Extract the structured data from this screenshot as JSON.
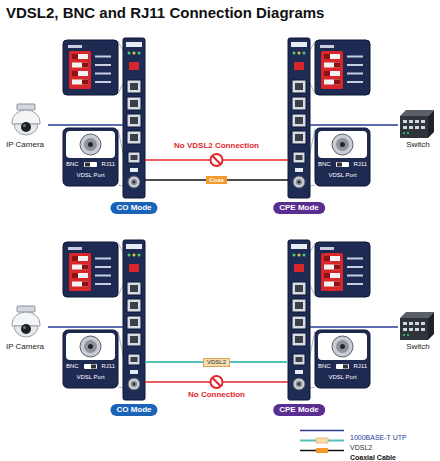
{
  "diagram": {
    "title": "VDSL2, BNC and RJ11 Connection Diagrams",
    "nodes": [
      {
        "text": [
          "IP Camera"
        ]
      },
      {
        "text": [
          "CO Mode"
        ]
      },
      {
        "text": [
          "CPE Mode"
        ]
      },
      {
        "text": [
          "Switch"
        ]
      },
      {
        "text": [
          "IP Camera"
        ]
      },
      {
        "text": [
          "CO Mode"
        ]
      },
      {
        "text": [
          "CPE Mode"
        ]
      },
      {
        "text": [
          "Switch"
        ]
      }
    ],
    "edges": [
      {
        "from": 0,
        "to": 1,
        "arrow": "none"
      },
      {
        "from": 1,
        "to": 2,
        "label": "No VDSL2 Connection",
        "arrow": "none"
      },
      {
        "from": 1,
        "to": 2,
        "label": "Coax",
        "arrow": "none"
      },
      {
        "from": 2,
        "to": 3,
        "arrow": "none"
      },
      {
        "from": 4,
        "to": 5,
        "arrow": "none"
      },
      {
        "from": 5,
        "to": 6,
        "label": "VDSL2",
        "arrow": "none"
      },
      {
        "from": 5,
        "to": 6,
        "label": "No Connection",
        "arrow": "none"
      },
      {
        "from": 6,
        "to": 7,
        "arrow": "none"
      }
    ],
    "labels": [
      "BNC",
      "RJ11",
      "VDSL Port",
      "BNC",
      "RJ11",
      "VDSL Port",
      "BNC",
      "RJ11",
      "VDSL Port",
      "BNC",
      "RJ11",
      "VDSL Port"
    ],
    "legend": [
      {
        "text": "1000BASE-T UTP"
      },
      {
        "text": "VDSL2"
      },
      {
        "text": "Coaxial Cable"
      }
    ]
  }
}
